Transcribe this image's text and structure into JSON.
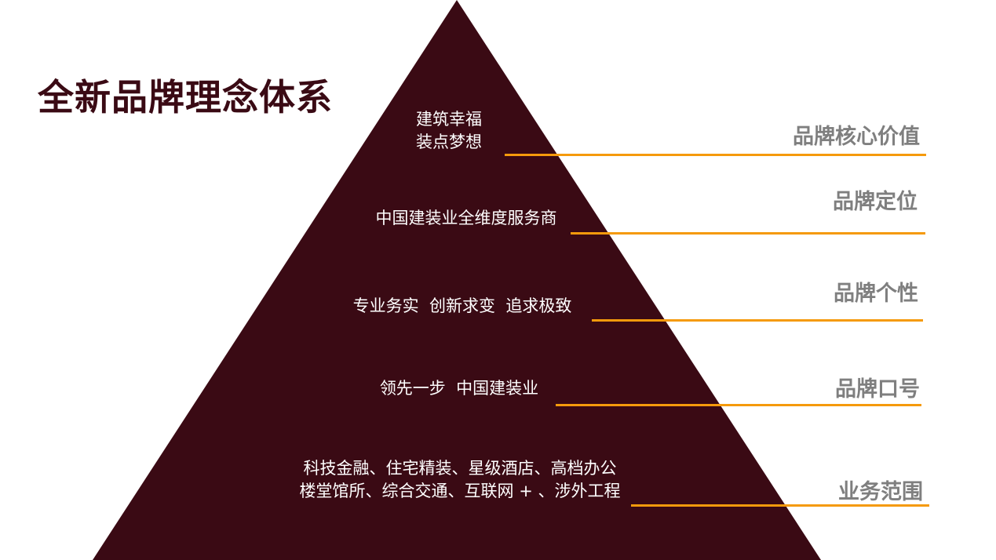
{
  "title": "全新品牌理念体系",
  "colors": {
    "pyramid": "#3a0a14",
    "leader": "#f59a0c",
    "label": "#7f7f7f",
    "text": "#ffffff"
  },
  "levels": [
    {
      "label": "品牌核心价值",
      "text": "建筑幸福\n装点梦想"
    },
    {
      "label": "品牌定位",
      "text": "中国建装业全维度服务商"
    },
    {
      "label": "品牌个性",
      "text": "专业务实  创新求变  追求极致"
    },
    {
      "label": "品牌口号",
      "text": "领先一步  中国建装业"
    },
    {
      "label": "业务范围",
      "text": "科技金融、住宅精装、星级酒店、高档办公\n楼堂馆所、综合交通、互联网 + 、涉外工程"
    }
  ]
}
